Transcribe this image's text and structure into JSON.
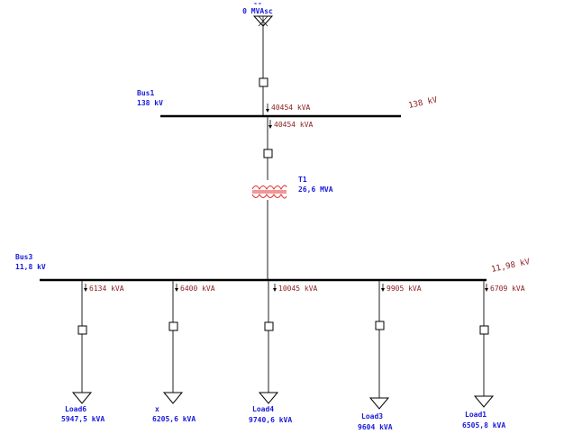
{
  "source": {
    "name": "--",
    "rating": "0 MVAsc"
  },
  "bus1": {
    "name": "Bus1",
    "nominal": "138 kV",
    "voltage": "138 kV",
    "flow_in": "40454 kVA",
    "flow_out": "40454 kVA"
  },
  "transformer": {
    "name": "T1",
    "rating": "26,6 MVA"
  },
  "bus3": {
    "name": "Bus3",
    "nominal": "11,8 kV",
    "voltage": "11,98 kV"
  },
  "feeders": [
    {
      "flow": "6134 kVA",
      "load_name": "Load6",
      "load_rating": "5947,5 kVA"
    },
    {
      "flow": "6400 kVA",
      "load_name": "x",
      "load_rating": "6205,6 kVA"
    },
    {
      "flow": "10045 kVA",
      "load_name": "Load4",
      "load_rating": "9740,6 kVA"
    },
    {
      "flow": "9905 kVA",
      "load_name": "Load3",
      "load_rating": "9604 kVA"
    },
    {
      "flow": "6709 kVA",
      "load_name": "Load1",
      "load_rating": "6505,8 kVA"
    }
  ],
  "colors": {
    "label_blue": "#1a1adc",
    "label_red": "#8b1a1a",
    "transformer": "#e03030",
    "bus": "#000000"
  },
  "icons": {
    "source": "utility-grid-icon",
    "breaker": "breaker-icon",
    "transformer": "transformer-coil-icon",
    "load": "load-triangle-icon",
    "flow_arrow": "arrow-down-icon"
  }
}
